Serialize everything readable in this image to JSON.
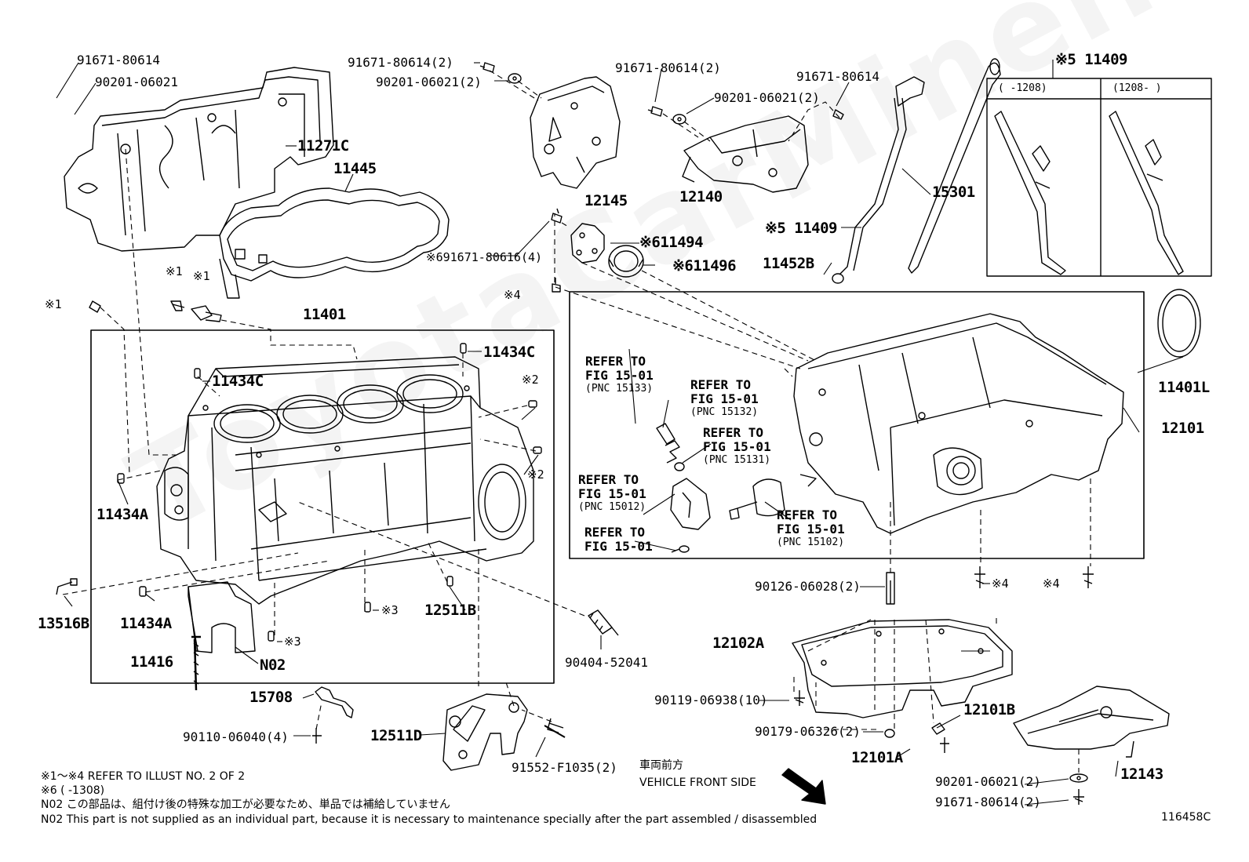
{
  "watermark": "ToyotaCarMiner.ru",
  "diagram_id": "116458C",
  "parts": {
    "p91671_80614_tl": "91671-80614",
    "p90201_06021_tl": "90201-06021",
    "p11271C": "11271C",
    "p11445": "11445",
    "p91671_80614_2a": "91671-80614(2)",
    "p90201_06021_2a": "90201-06021(2)",
    "p12145": "12145",
    "p91671_80614_2b": "91671-80614(2)",
    "p90201_06021_2b": "90201-06021(2)",
    "p12140": "12140",
    "p91671_80614_tr": "91671-80614",
    "p15301": "15301",
    "p11409_top": "※5 11409",
    "p11409_mid": "※5 11409",
    "p11452B": "11452B",
    "p91671_80616": "※691671-80616(4)",
    "p11494": "※611494",
    "p11496": "※611496",
    "mark4_a": "※4",
    "mark1_a": "※1",
    "mark1_b": "※1",
    "mark1_c": "※1",
    "p11401": "11401",
    "p11434C_a": "11434C",
    "p11434C_b": "11434C",
    "mark2_a": "※2",
    "mark2_b": "※2",
    "p11434A_a": "11434A",
    "p11434A_b": "11434A",
    "p13516B": "13516B",
    "mark3_a": "※3",
    "mark3_b": "※3",
    "p12511B": "12511B",
    "p11416": "11416",
    "pN02": "N02",
    "p90404_52041": "90404-52041",
    "p15708": "15708",
    "p90110_06040": "90110-06040(4)",
    "p12511D": "12511D",
    "p91552_F1035": "91552-F1035(2)",
    "p11401L": "11401L",
    "p12101": "12101",
    "p90126_06028": "90126-06028(2)",
    "mark4_b": "※4",
    "mark4_c": "※4",
    "p12102A": "12102A",
    "p90119_06938": "90119-06938(10)",
    "p12101B": "12101B",
    "p90179_06326": "90179-06326(2)",
    "p12101A": "12101A",
    "p12143": "12143",
    "p90201_06021_br": "90201-06021(2)",
    "p91671_80614_br": "91671-80614(2)"
  },
  "refer": {
    "r1": {
      "t1": "REFER TO",
      "t2": "FIG 15-01",
      "pnc": "(PNC 15133)"
    },
    "r2": {
      "t1": "REFER TO",
      "t2": "FIG 15-01",
      "pnc": "(PNC 15132)"
    },
    "r3": {
      "t1": "REFER TO",
      "t2": "FIG 15-01",
      "pnc": "(PNC 15131)"
    },
    "r4": {
      "t1": "REFER TO",
      "t2": "FIG 15-01",
      "pnc": "(PNC 15012)"
    },
    "r5": {
      "t1": "REFER TO",
      "t2": "FIG 15-01"
    },
    "r6": {
      "t1": "REFER TO",
      "t2": "FIG 15-01",
      "pnc": "(PNC 15102)"
    }
  },
  "inset": {
    "col1": "(     -1208)",
    "col2": "(1208-      )"
  },
  "front": {
    "jp": "車両前方",
    "en": "VEHICLE FRONT SIDE"
  },
  "notes": {
    "n1": "※1～※4  REFER TO ILLUST NO. 2 OF 2",
    "n2": "※6 (        -1308)",
    "n3": "N02  この部品は、組付け後の特殊な加工が必要なため、単品では補給していません",
    "n4": "N02  This part is not supplied as an individual part, because it is necessary to maintenance specially after the part assembled / disassembled"
  },
  "colors": {
    "line": "#000000",
    "background": "#ffffff"
  }
}
